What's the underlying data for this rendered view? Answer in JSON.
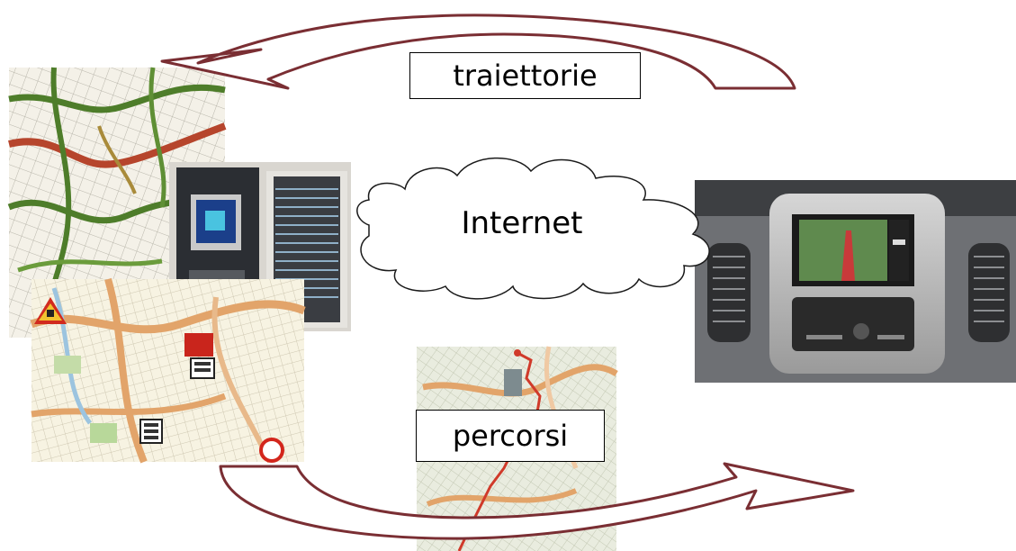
{
  "labels": {
    "top_arrow": "traiettorie",
    "bottom_arrow": "percorsi",
    "cloud": "Internet"
  },
  "colors": {
    "arrow_fill": "#ffffff",
    "arrow_stroke": "#7a2e33",
    "road_major": "#e2a46a",
    "road_green": "#4e7d2a",
    "road_red": "#b6452c",
    "route_red": "#d03a2a"
  },
  "icons": [
    "roadwork-warning-icon",
    "traffic-jam-icon",
    "no-entry-sign-icon",
    "navigation-screen-icon"
  ]
}
